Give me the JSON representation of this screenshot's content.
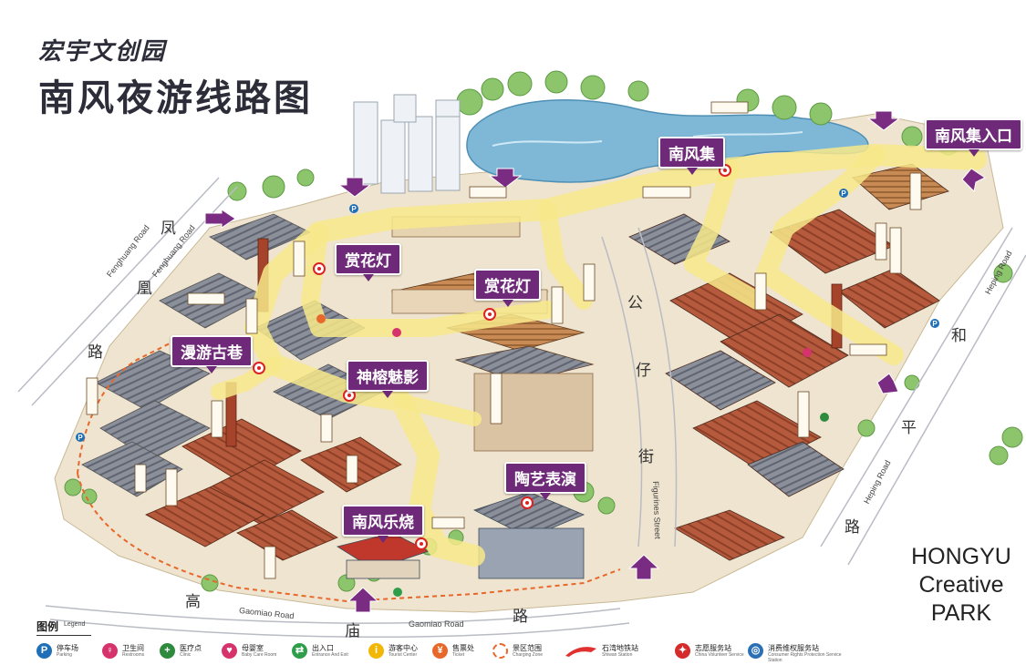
{
  "header": {
    "brand": "宏宇文创园",
    "title": "南风夜游线路图"
  },
  "callouts": {
    "nanfengji_entrance": "南风集入口",
    "nanfengji": "南风集",
    "shanghuadeng_1": "赏花灯",
    "shanghuadeng_2": "赏花灯",
    "manyou_guxiang": "漫游古巷",
    "shenrong_meiying": "神榕魅影",
    "taoyi_biaoyan": "陶艺表演",
    "nanfeng_leshao": "南风乐烧"
  },
  "roads": {
    "fenghuang": [
      "凤",
      "凰",
      "路"
    ],
    "fenghuang_en": "Fenghuang Road",
    "gaomiao": [
      "高",
      "庙",
      "路"
    ],
    "gaomiao_en": "Gaomiao Road",
    "gongzai": [
      "公",
      "仔",
      "街"
    ],
    "gongzai_en": "Figurines Street",
    "heping": [
      "和",
      "平",
      "路"
    ],
    "heping_en": "Heping Road"
  },
  "park_name": [
    "HONGYU",
    "Creative",
    "PARK"
  ],
  "legend": {
    "title": "图例",
    "title_en": "Legend",
    "items": [
      {
        "icon": "P",
        "color": "#1f6fb8",
        "label": "停车场",
        "label_en": "Parking"
      },
      {
        "icon": "♀",
        "color": "#d6336c",
        "label": "卫生间",
        "label_en": "Restrooms"
      },
      {
        "icon": "+",
        "color": "#2e8b3d",
        "label": "医疗点",
        "label_en": "Clinic"
      },
      {
        "icon": "♥",
        "color": "#d6336c",
        "label": "母婴室",
        "label_en": "Baby Care Room"
      },
      {
        "icon": "⇄",
        "color": "#2e9e4a",
        "label": "出入口",
        "label_en": "Entrance And Exit"
      },
      {
        "icon": "i",
        "color": "#f2b705",
        "label": "游客中心",
        "label_en": "Tourist Center"
      },
      {
        "icon": "¥",
        "color": "#e8672a",
        "label": "售票处",
        "label_en": "Ticket"
      },
      {
        "icon": "",
        "color": "#e8672a",
        "label": "景区范围",
        "label_en": "Charging Zone"
      },
      {
        "icon": "",
        "color": "#e03030",
        "label": "石湾地铁站",
        "label_en": "Shiwan Station"
      },
      {
        "icon": "✦",
        "color": "#d62b2b",
        "label": "志愿服务站",
        "label_en": "China Volunteer Service"
      },
      {
        "icon": "◎",
        "color": "#2b6fb5",
        "label": "消费维权服务站",
        "label_en": "Consumer Rights Protection Service Station"
      }
    ]
  },
  "colors": {
    "route": "#f7e98a",
    "callout": "#6e2a78",
    "water": "#7fb8d6",
    "greenery": "#8cc56b",
    "roof_red": "#b55a3c",
    "roof_grey": "#8a8f9a"
  }
}
